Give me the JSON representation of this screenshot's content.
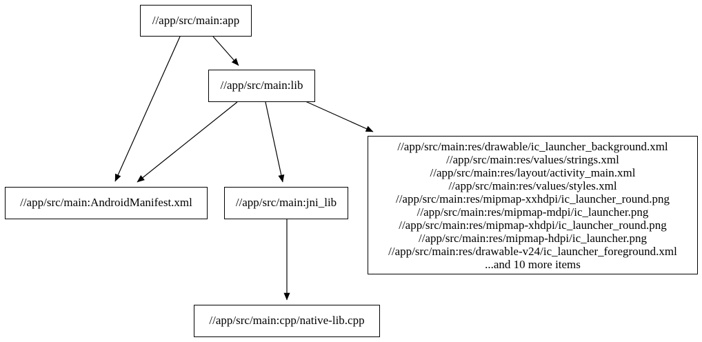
{
  "diagram": {
    "type": "dependency-graph",
    "background_color": "#ffffff",
    "node_border_color": "#000000",
    "node_fill_color": "#ffffff",
    "text_color": "#000000",
    "nodes": {
      "app": {
        "label": "//app/src/main:app"
      },
      "lib": {
        "label": "//app/src/main:lib"
      },
      "manifest": {
        "label": "//app/src/main:AndroidManifest.xml"
      },
      "jni_lib": {
        "label": "//app/src/main:jni_lib"
      },
      "res": {
        "lines": [
          "//app/src/main:res/drawable/ic_launcher_background.xml",
          "//app/src/main:res/values/strings.xml",
          "//app/src/main:res/layout/activity_main.xml",
          "//app/src/main:res/values/styles.xml",
          "//app/src/main:res/mipmap-xxhdpi/ic_launcher_round.png",
          "//app/src/main:res/mipmap-mdpi/ic_launcher.png",
          "//app/src/main:res/mipmap-xhdpi/ic_launcher_round.png",
          "//app/src/main:res/mipmap-hdpi/ic_launcher.png",
          "//app/src/main:res/drawable-v24/ic_launcher_foreground.xml",
          "...and 10 more items"
        ]
      },
      "native_lib": {
        "label": "//app/src/main:cpp/native-lib.cpp"
      }
    },
    "edges": [
      {
        "from": "//app/src/main:app",
        "to": "//app/src/main:AndroidManifest.xml"
      },
      {
        "from": "//app/src/main:app",
        "to": "//app/src/main:lib"
      },
      {
        "from": "//app/src/main:lib",
        "to": "//app/src/main:AndroidManifest.xml"
      },
      {
        "from": "//app/src/main:lib",
        "to": "//app/src/main:jni_lib"
      },
      {
        "from": "//app/src/main:lib",
        "to": "//app/src/main:res (resource files group)"
      },
      {
        "from": "//app/src/main:jni_lib",
        "to": "//app/src/main:cpp/native-lib.cpp"
      }
    ]
  }
}
